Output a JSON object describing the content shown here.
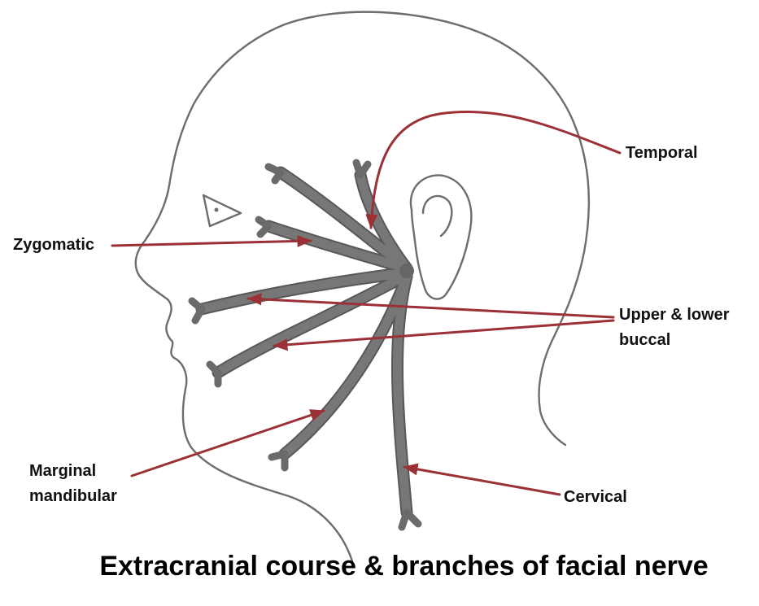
{
  "caption": "Extracranial course & branches of facial nerve",
  "labels": {
    "temporal": "Temporal",
    "zygomatic": "Zygomatic",
    "buccal": "Upper & lower\nbuccal",
    "marginal_mandibular": "Marginal\nmandibular",
    "cervical": "Cervical"
  },
  "colors": {
    "outline": "#6d6d6d",
    "nerve": "#777777",
    "nerve_edge": "#585858",
    "arrow": "#9b3137",
    "text": "#111111"
  }
}
